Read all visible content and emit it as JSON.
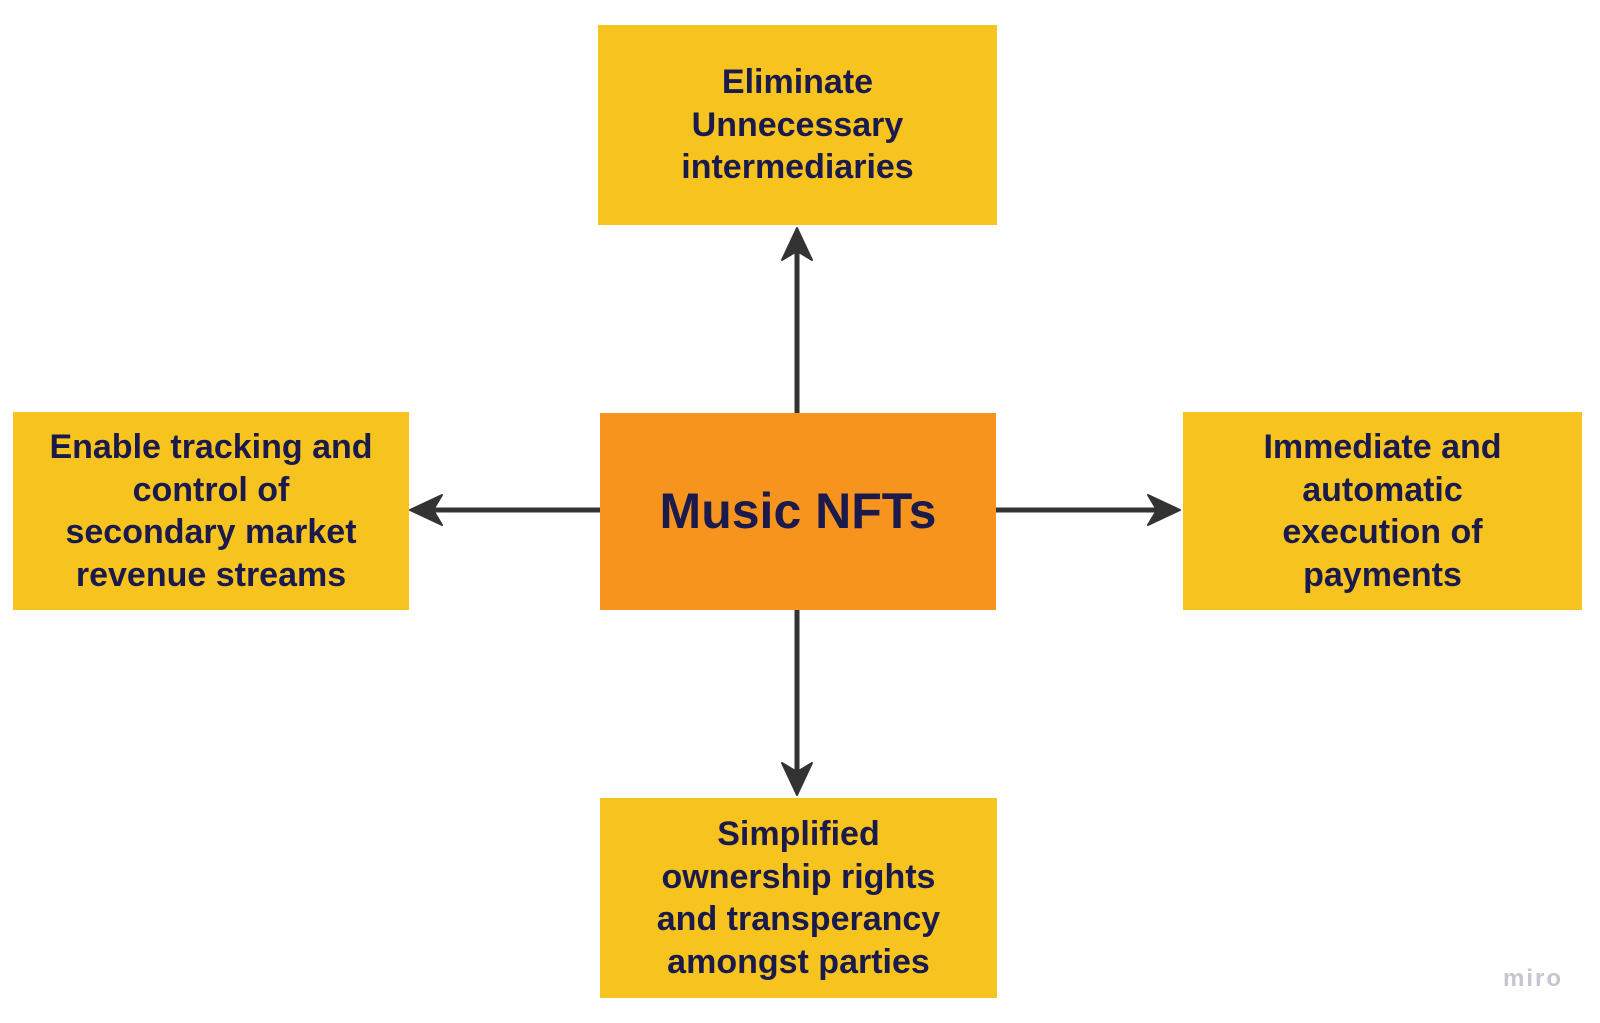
{
  "colors": {
    "yellow": "#F7C31E",
    "orange": "#F7941D",
    "text": "#1A1A4D",
    "arrow": "#333333",
    "watermark": "#C5C7D0",
    "background": "#FFFFFF"
  },
  "diagram": {
    "center": {
      "label": "Music NFTs"
    },
    "nodes": {
      "top": {
        "lines": [
          "Eliminate",
          "Unnecessary",
          "intermediaries"
        ]
      },
      "right": {
        "lines": [
          "Immediate and",
          "automatic",
          "execution of",
          "payments"
        ]
      },
      "bottom": {
        "lines": [
          "Simplified",
          "ownership rights",
          "and transperancy",
          "amongst parties"
        ]
      },
      "left": {
        "lines": [
          "Enable tracking and",
          "control of",
          "secondary market",
          "revenue streams"
        ]
      }
    }
  },
  "watermark": {
    "label": "miro"
  }
}
